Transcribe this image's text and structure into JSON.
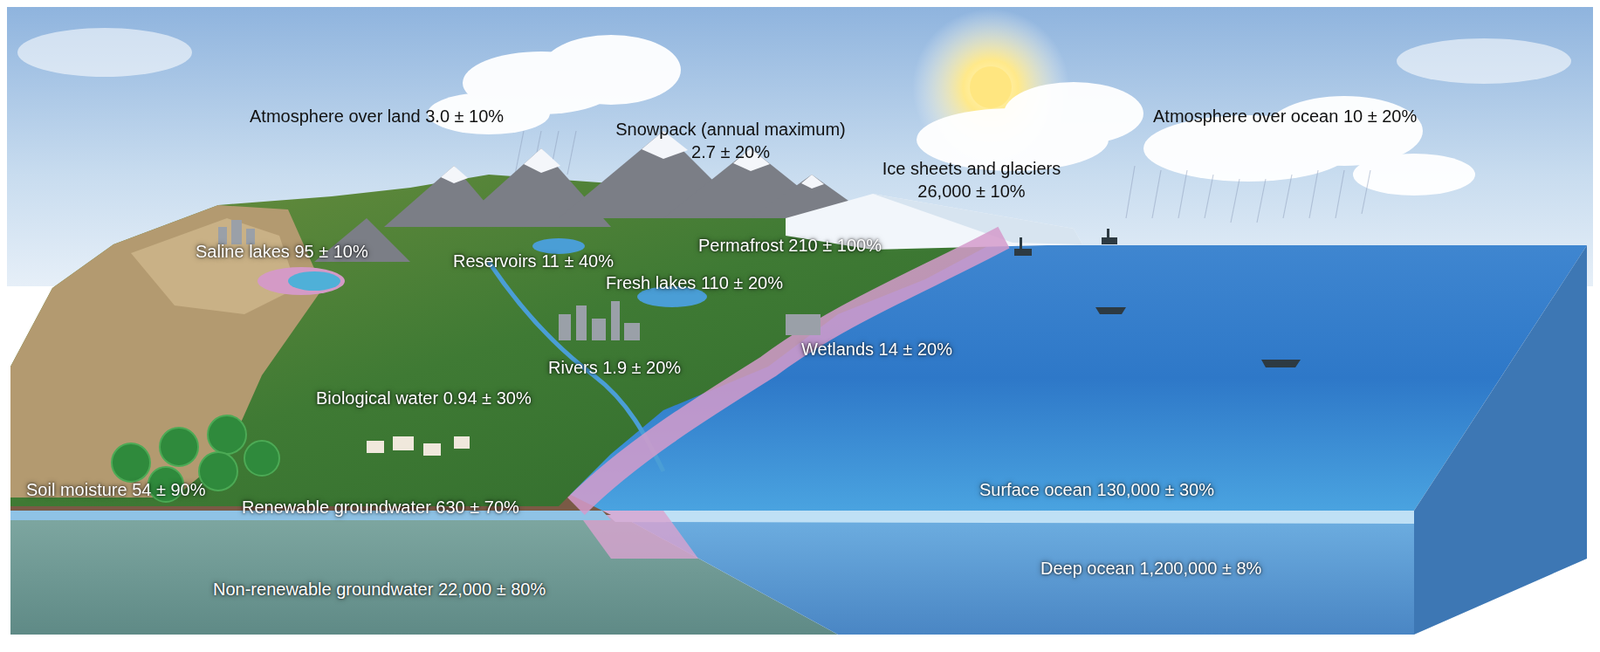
{
  "diagram": {
    "labels": [
      "Atmosphere over land 3.0 ± 10%",
      "Snowpack (annual maximum) 2.7 ± 20%",
      "Ice sheets and glaciers 26,000 ± 10%",
      "Atmosphere over ocean 10 ± 20%",
      "Saline lakes 95 ± 10%",
      "Reservoirs 11 ± 40%",
      "Permafrost 210 ± 100%",
      "Fresh lakes 110 ± 20%",
      "Wetlands 14 ± 20%",
      "Rivers 1.9 ± 20%",
      "Biological water 0.94 ± 30%",
      "Soil moisture 54 ± 90%",
      "Renewable groundwater 630 ± 70%",
      "Surface ocean 130,000 ± 30%",
      "Deep ocean 1,200,000 ± 8%",
      "Non-renewable groundwater 22,000 ± 80%"
    ]
  }
}
